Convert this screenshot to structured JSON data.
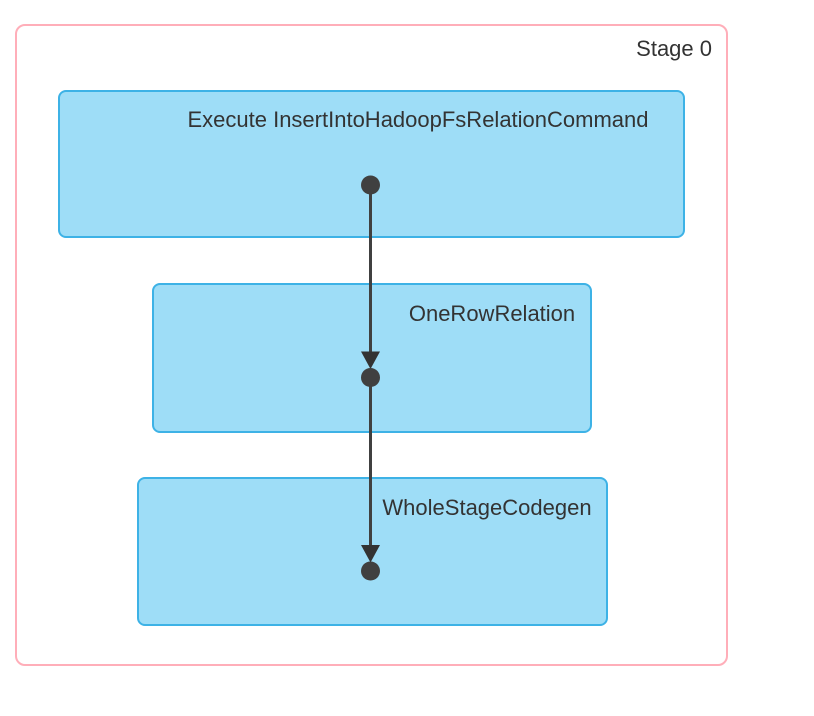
{
  "stage": {
    "label": "Stage 0"
  },
  "clusters": [
    {
      "label": "Execute InsertIntoHadoopFsRelationCommand"
    },
    {
      "label": "OneRowRelation"
    },
    {
      "label": "WholeStageCodegen"
    }
  ],
  "colors": {
    "stage_border": "#FFAEB9",
    "cluster_fill": "#9EDDF7",
    "cluster_border": "#3DB2E6",
    "edge": "#404040",
    "label_text": "#333333",
    "background": "#FFFFFF"
  }
}
